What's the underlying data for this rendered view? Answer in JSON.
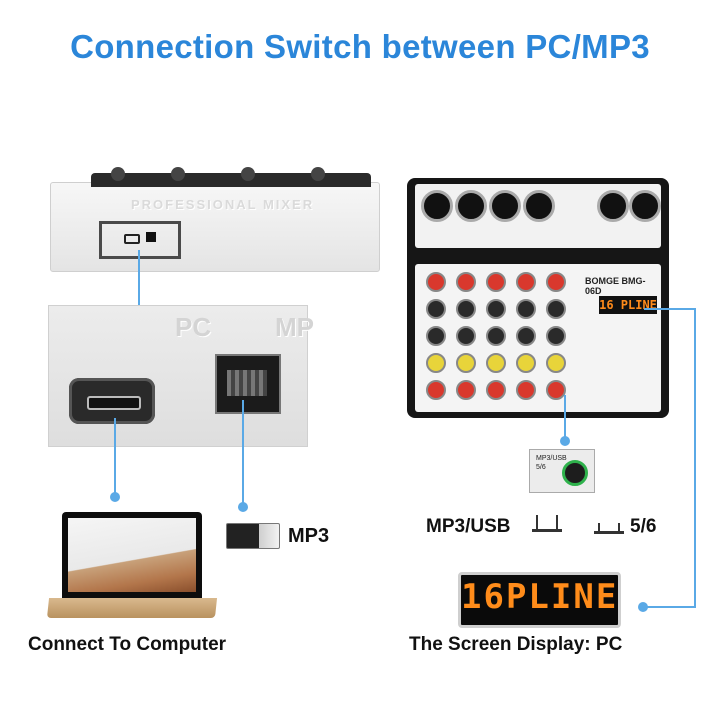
{
  "title": "Connection Switch between PC/MP3",
  "left_panel": {
    "emboss_text": "PROFESSIONAL MIXER",
    "pc_label": "PC",
    "mp_label": "MP",
    "mp3_label": "MP3",
    "computer_caption": "Connect To Computer"
  },
  "right_panel": {
    "brand": "BOMGE",
    "model": "BMG-06D",
    "lcd_small": "16 PLINE",
    "jack_text_1": "MP3/USB",
    "jack_text_2": "5/6",
    "option_mp3usb": "MP3/USB",
    "option_56": "5/6",
    "display_text": "16PLINE",
    "display_caption": "The Screen Display: PC"
  },
  "colors": {
    "accent": "#2b86d9",
    "connector": "#5aa9e6",
    "lcd": "#ff8c1a"
  }
}
